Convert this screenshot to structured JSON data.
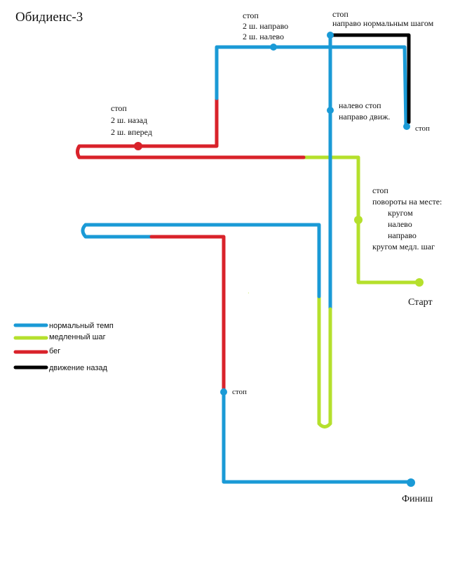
{
  "title": "Обидиенс-3",
  "colors": {
    "normal": "#1a9ad6",
    "slow": "#b5e02c",
    "run": "#d9222a",
    "back": "#000000",
    "text": "#111111"
  },
  "legend": [
    {
      "label": "нормальный темп",
      "color": "#1a9ad6"
    },
    {
      "label": "медленный шаг",
      "color": "#b5e02c"
    },
    {
      "label": "бег",
      "color": "#d9222a"
    },
    {
      "label": "движение назад",
      "color": "#000000"
    }
  ],
  "notes": {
    "top_mid": [
      "стоп",
      "2 ш. направо",
      "2 ш. налево"
    ],
    "top_right": [
      "стоп",
      "направо нормальным шагом"
    ],
    "mid_left": [
      "стоп",
      "2 ш. назад",
      "2 ш. вперед"
    ],
    "mid_right": [
      "налево стоп",
      "направо движ."
    ],
    "black_end": [
      "стоп"
    ],
    "turns": [
      "стоп",
      "повороты на месте:",
      "кругом",
      "налево",
      "направо",
      "кругом медл. шаг"
    ],
    "start": [
      "Старт"
    ],
    "bottom_stop": [
      "стоп"
    ],
    "finish": [
      "Финиш"
    ]
  }
}
